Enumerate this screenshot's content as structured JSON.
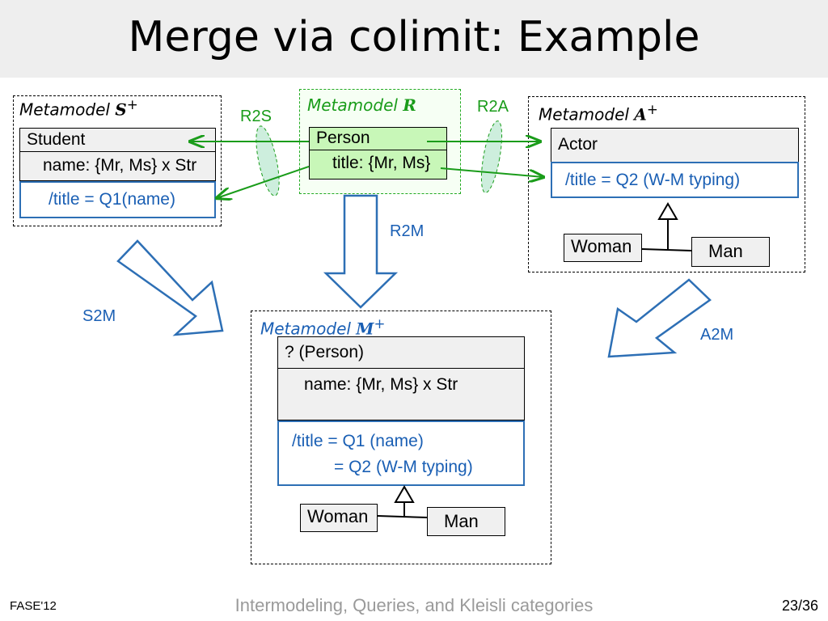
{
  "slide": {
    "title": "Merge via colimit: Example",
    "footer_left": "FASE'12",
    "footer_center": "Intermodeling, Queries, and Kleisli categories",
    "footer_right": "23/36"
  },
  "metamodel_S": {
    "label": "Metamodel",
    "symbol": "S",
    "sup": "+",
    "class_name": "Student",
    "attribute": "name: {Mr, Ms} x Str",
    "constraint": "/title = Q1(name)"
  },
  "metamodel_R": {
    "label": "Metamodel",
    "symbol": "R",
    "class_name": "Person",
    "attribute": "title: {Mr, Ms}"
  },
  "metamodel_A": {
    "label": "Metamodel",
    "symbol": "A",
    "sup": "+",
    "class_name": "Actor",
    "constraint": "/title = Q2 (W-M typing)",
    "sub_left": "Woman",
    "sub_right": "Man"
  },
  "metamodel_M": {
    "label": "Metamodel",
    "symbol": "M",
    "sup": "+",
    "class_name": "? (Person)",
    "attribute": "name: {Mr, Ms} x Str",
    "constraint_line1": "/title = Q1 (name)",
    "constraint_line2": "= Q2 (W-M typing)",
    "sub_left": "Woman",
    "sub_right": "Man"
  },
  "mappings": {
    "r2s": "R2S",
    "r2a": "R2A",
    "r2m": "R2M",
    "s2m": "S2M",
    "a2m": "A2M"
  },
  "colors": {
    "mapping_green": "#1a9c1a",
    "label_blue": "#1a5fb4",
    "person_fill": "#c8f7b8",
    "arrow_blue": "#2d6fb5"
  }
}
